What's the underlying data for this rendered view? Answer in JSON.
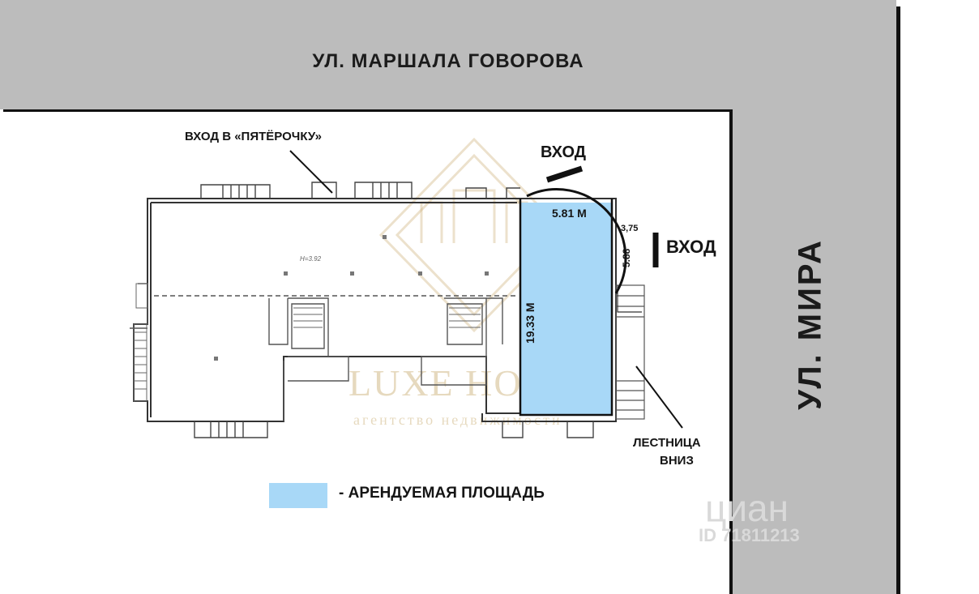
{
  "streets": {
    "top": "УЛ. МАРШАЛА ГОВОРОВА",
    "right": "УЛ. МИРА"
  },
  "labels": {
    "entrance_pyaterochka": "ВХОД В «ПЯТЁРОЧКУ»",
    "entrance_top": "ВХОД",
    "entrance_right": "ВХОД",
    "stairs": "ЛЕСТНИЦА",
    "stairs_down": "ВНИЗ"
  },
  "dimensions": {
    "width": "5.81 М",
    "length": "19.33 М",
    "arc_offset": "3,75",
    "arc_side": "5.88"
  },
  "legend": {
    "text": "- АРЕНДУЕМАЯ ПЛОЩАДЬ",
    "color": "#a8d8f7"
  },
  "watermarks": {
    "cian": "циан",
    "cian_id": "ID 71811213",
    "brand": "LUXE HOUSE",
    "agency": "агентство недвижимости"
  },
  "colors": {
    "street": "#bcbcbc",
    "rented_area": "#a8d8f7",
    "lines": "#111111"
  },
  "plan_marks": {
    "height_mark": "H=3.92"
  }
}
